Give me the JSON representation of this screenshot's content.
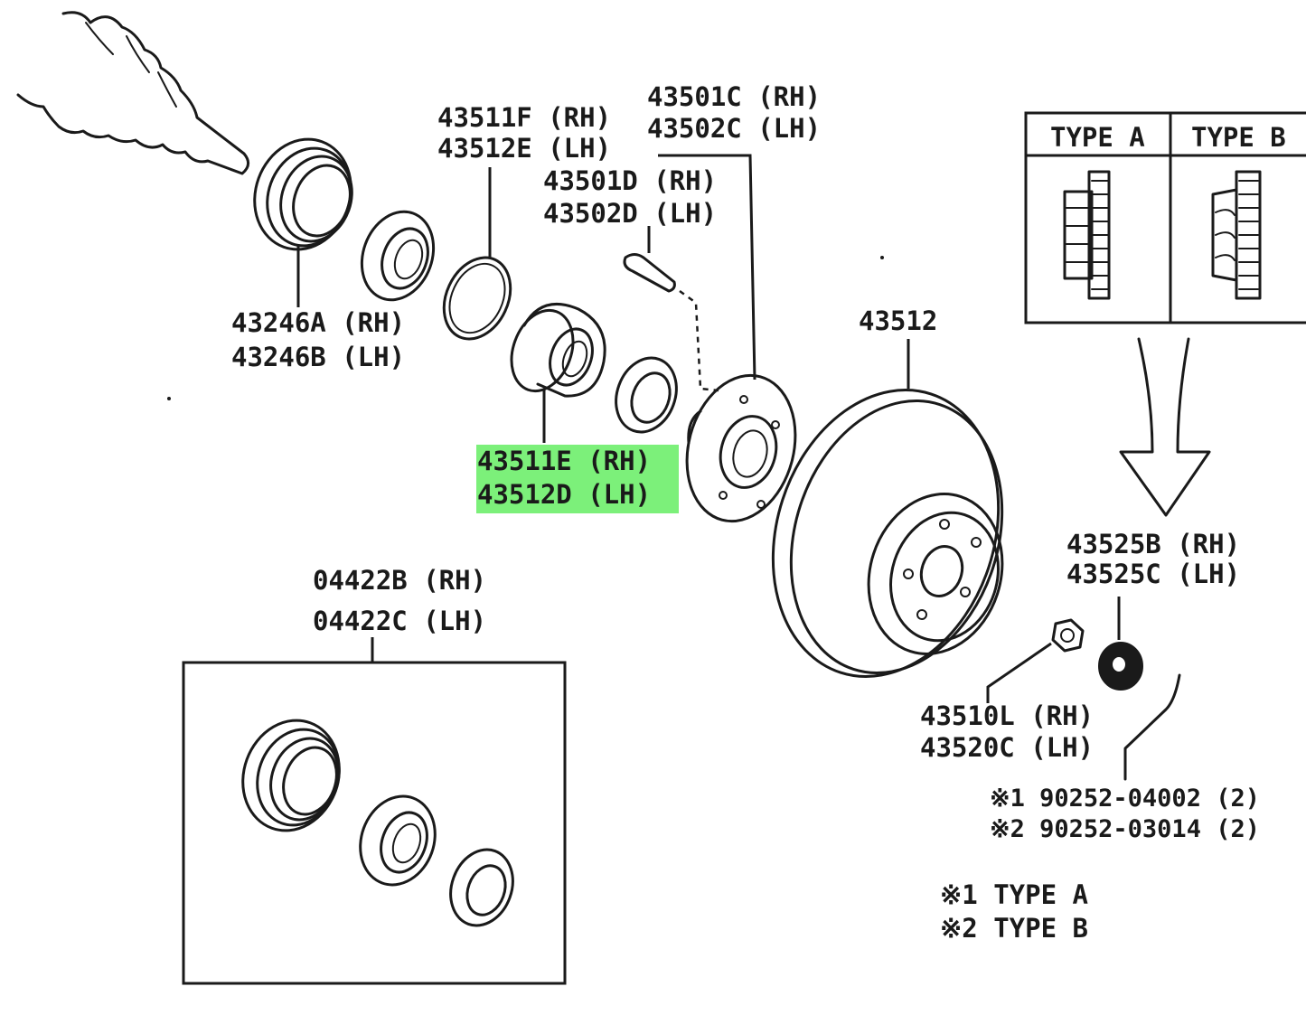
{
  "labels": {
    "bearing_cup": [
      "43246A (RH)",
      "43246B (LH)"
    ],
    "snap_ring": [
      "43511F (RH)",
      "43512E (LH)"
    ],
    "hub": [
      "43501C (RH)",
      "43502C (LH)"
    ],
    "hub_bolt": [
      "43501D (RH)",
      "43502D (LH)"
    ],
    "bearing": [
      "43511E (RH)",
      "43512D (LH)"
    ],
    "disc": "43512",
    "kit": [
      "04422B (RH)",
      "04422C (LH)"
    ],
    "cap": [
      "43525B (RH)",
      "43525C (LH)"
    ],
    "nut": [
      "43510L (RH)",
      "43520C (LH)"
    ],
    "cotter": [
      "※1 90252-04002 (2)",
      "※2 90252-03014 (2)"
    ]
  },
  "type_box": {
    "type_a": "TYPE A",
    "type_b": "TYPE B"
  },
  "legend": {
    "note1": "※1  TYPE  A",
    "note2": "※2  TYPE  B"
  },
  "colors": {
    "highlight": "#7CF07A",
    "ink": "#1a1a1a"
  }
}
